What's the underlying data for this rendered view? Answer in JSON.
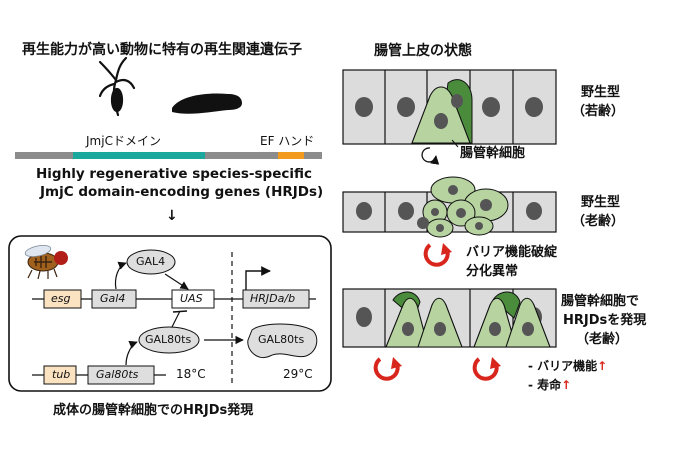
{
  "left": {
    "title": "再生能力が高い動物に特有の再生関連遺伝子",
    "jmjc_label": "JmjCドメイン",
    "ef_label": "EF ハンド",
    "gene_name_line1": "Highly regenerative species-specific",
    "gene_name_line2": "JmjC domain-encoding genes (HRJDs)",
    "arrow": "↓",
    "system": {
      "esg": "esg",
      "gal4": "Gal4",
      "uas": "UAS",
      "hrjd": "HRJDa/b",
      "gal4_protein": "GAL4",
      "gal80ts_protein": "GAL80ts",
      "gal80ts_protein_inactive": "GAL80ts",
      "tub": "tub",
      "gal80ts_gene": "Gal80ts",
      "temp_low": "18°C",
      "temp_high": "29°C"
    },
    "caption": "成体の腸管幹細胞でのHRJDs発現"
  },
  "right": {
    "title": "腸管上皮の状態",
    "panel1_label_line1": "野生型",
    "panel1_label_line2": "（若齢）",
    "stem_cell_label": "腸管幹細胞",
    "panel2_label_line1": "野生型",
    "panel2_label_line2": "（老齢）",
    "panel2_note_line1": "バリア機能破綻",
    "panel2_note_line2": "分化異常",
    "panel3_label_line1": "腸管幹細胞で",
    "panel3_label_line2": "HRJDsを発現",
    "panel3_label_line3": "（老齢）",
    "effect1": "- バリア機能",
    "effect2": "- 寿命",
    "up_arrow": "↑"
  },
  "colors": {
    "cell_fill": "#dcdcdc",
    "nucleus": "#555555",
    "light_green": "#b6d3a0",
    "dark_green": "#4a8c3c",
    "jmjc_teal": "#1aa79c",
    "ef_orange": "#f29a1e",
    "bar_gray": "#8c8c8c",
    "red_arrow": "#d9261c",
    "gene_box_yellow": "#fbe3c2"
  }
}
